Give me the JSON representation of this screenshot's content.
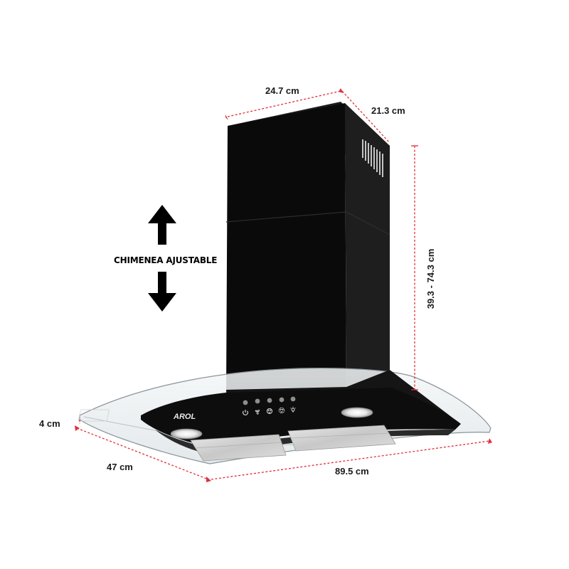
{
  "callout": {
    "label": "CHIMENEA AJUSTABLE",
    "arrow_icon": "double-vertical-arrow"
  },
  "dimensions": {
    "chimney_width": "24.7 cm",
    "chimney_depth": "21.3 cm",
    "chimney_height": "39.3 - 74.3 cm",
    "glass_thickness": "4 cm",
    "hood_depth": "47 cm",
    "hood_width": "89.5 cm"
  },
  "product": {
    "brand": "AROL",
    "control_icons": [
      "power-icon",
      "fan-low-icon",
      "fan-mid-icon",
      "fan-high-icon",
      "light-icon"
    ]
  },
  "colors": {
    "dimension_lines": "#e0303a",
    "hood_body": "#0d0d0d"
  }
}
